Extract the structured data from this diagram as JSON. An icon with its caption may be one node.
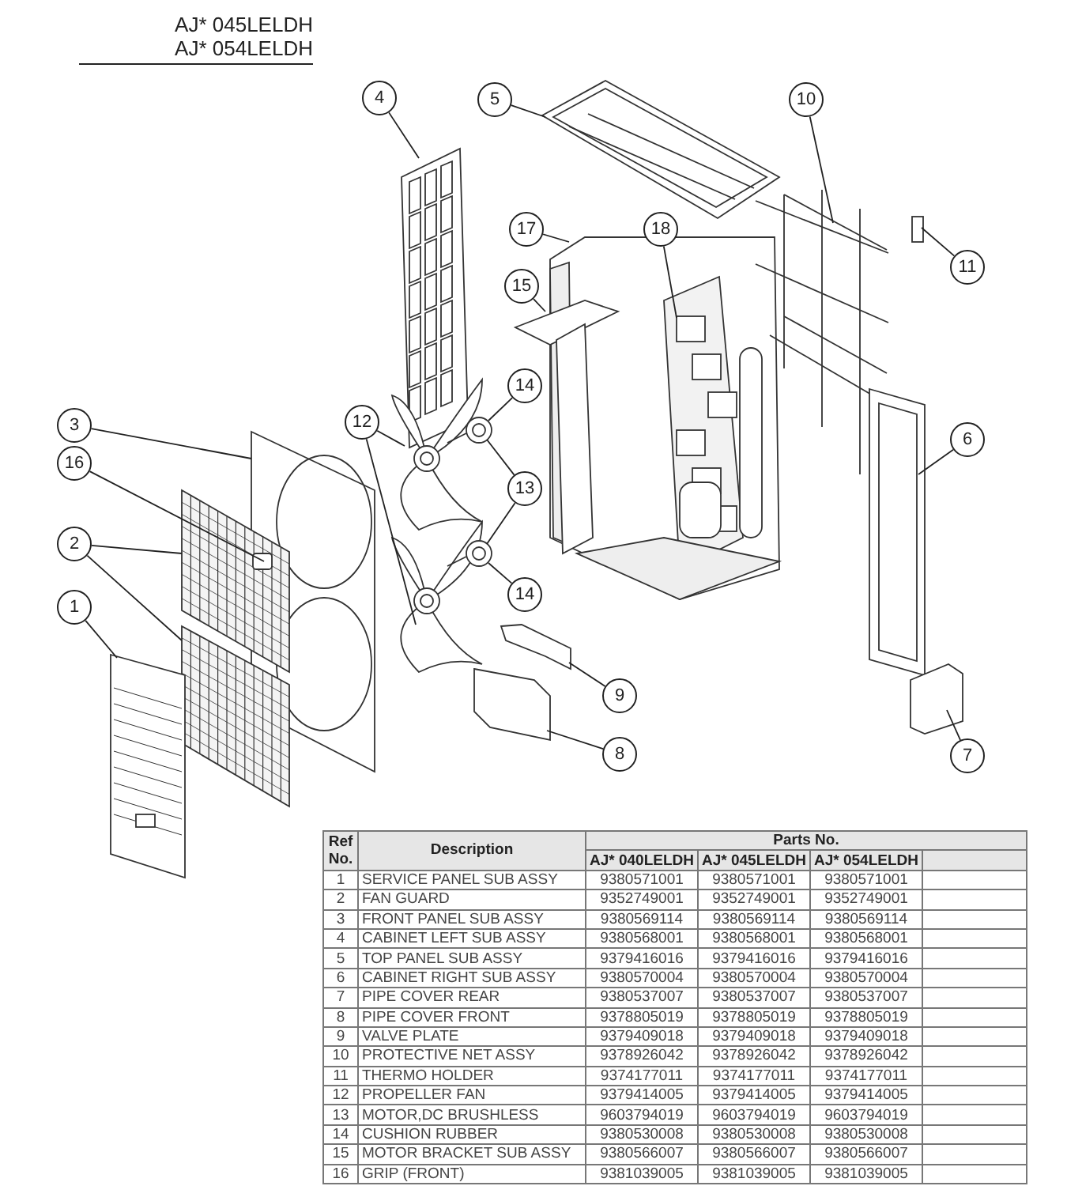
{
  "diagram": {
    "nodes": [
      {
        "text": [
          "4"
        ]
      },
      {
        "text": [
          "5"
        ]
      },
      {
        "text": [
          "10"
        ]
      },
      {
        "text": [
          "17"
        ]
      },
      {
        "text": [
          "18"
        ]
      },
      {
        "text": [
          "11"
        ]
      },
      {
        "text": [
          "15"
        ]
      },
      {
        "text": [
          "14"
        ]
      },
      {
        "text": [
          "12"
        ]
      },
      {
        "text": [
          "3"
        ]
      },
      {
        "text": [
          "6"
        ]
      },
      {
        "text": [
          "16"
        ]
      },
      {
        "text": [
          "13"
        ]
      },
      {
        "text": [
          "2"
        ]
      },
      {
        "text": [
          "14"
        ]
      },
      {
        "text": [
          "1"
        ]
      },
      {
        "text": [
          "9"
        ]
      },
      {
        "text": [
          "8"
        ]
      },
      {
        "text": [
          "7"
        ]
      }
    ],
    "edges": [
      {
        "from": 0,
        "to": null,
        "arrow": "none"
      },
      {
        "from": 1,
        "to": null,
        "arrow": "none"
      },
      {
        "from": 2,
        "to": null,
        "arrow": "none"
      },
      {
        "from": 3,
        "to": null,
        "arrow": "none"
      },
      {
        "from": 4,
        "to": null,
        "arrow": "none"
      },
      {
        "from": 5,
        "to": null,
        "arrow": "none"
      },
      {
        "from": 6,
        "to": null,
        "arrow": "none"
      },
      {
        "from": 7,
        "to": null,
        "arrow": "none"
      },
      {
        "from": 8,
        "to": null,
        "arrow": "none"
      },
      {
        "from": 8,
        "to": null,
        "arrow": "none"
      },
      {
        "from": 9,
        "to": null,
        "arrow": "none"
      },
      {
        "from": 10,
        "to": null,
        "arrow": "none"
      },
      {
        "from": 11,
        "to": null,
        "arrow": "none"
      },
      {
        "from": 12,
        "to": null,
        "arrow": "none"
      },
      {
        "from": 12,
        "to": null,
        "arrow": "none"
      },
      {
        "from": 13,
        "to": null,
        "arrow": "none"
      },
      {
        "from": 13,
        "to": null,
        "arrow": "none"
      },
      {
        "from": 14,
        "to": null,
        "arrow": "none"
      },
      {
        "from": 15,
        "to": null,
        "arrow": "none"
      },
      {
        "from": 16,
        "to": null,
        "arrow": "none"
      },
      {
        "from": 17,
        "to": null,
        "arrow": "none"
      },
      {
        "from": 18,
        "to": null,
        "arrow": "none"
      }
    ],
    "labels": [
      "AJ* 045LELDH",
      "AJ* 054LELDH",
      "Ref No.",
      "Description",
      "Parts No.",
      "AJ* 040LELDH",
      "AJ* 045LELDH",
      "AJ* 054LELDH",
      "1",
      "SERVICE PANEL SUB ASSY",
      "9380571001",
      "9380571001",
      "9380571001",
      "2",
      "FAN GUARD",
      "9352749001",
      "9352749001",
      "9352749001",
      "3",
      "FRONT PANEL SUB ASSY",
      "9380569114",
      "9380569114",
      "9380569114",
      "4",
      "CABINET LEFT SUB ASSY",
      "9380568001",
      "9380568001",
      "9380568001",
      "5",
      "TOP PANEL SUB ASSY",
      "9379416016",
      "9379416016",
      "9379416016",
      "6",
      "CABINET RIGHT SUB ASSY",
      "9380570004",
      "9380570004",
      "9380570004",
      "7",
      "PIPE COVER REAR",
      "9380537007",
      "9380537007",
      "9380537007",
      "8",
      "PIPE COVER FRONT",
      "9378805019",
      "9378805019",
      "9378805019",
      "9",
      "VALVE PLATE",
      "9379409018",
      "9379409018",
      "9379409018",
      "10",
      "PROTECTIVE NET ASSY",
      "9378926042",
      "9378926042",
      "9378926042",
      "11",
      "THERMO HOLDER",
      "9374177011",
      "9374177011",
      "9374177011",
      "12",
      "PROPELLER FAN",
      "9379414005",
      "9379414005",
      "9379414005",
      "13",
      "MOTOR,DC BRUSHLESS",
      "9603794019",
      "9603794019",
      "9603794019",
      "14",
      "CUSHION RUBBER",
      "9380530008",
      "9380530008",
      "9380530008",
      "15",
      "MOTOR BRACKET SUB ASSY",
      "9380566007",
      "9380566007",
      "9380566007",
      "16",
      "GRIP (FRONT)",
      "9381039005",
      "9381039005",
      "9381039005"
    ]
  }
}
